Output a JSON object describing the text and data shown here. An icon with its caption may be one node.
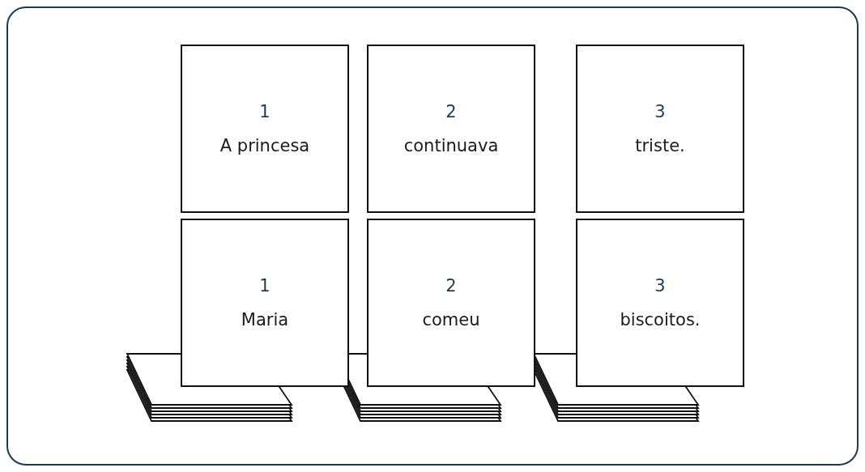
{
  "diagram": {
    "nodes": [
      {
        "text": [
          "1",
          "A princesa"
        ]
      },
      {
        "text": [
          "2",
          "continuava"
        ]
      },
      {
        "text": [
          "3",
          "triste."
        ]
      },
      {
        "text": [
          "1",
          "Maria"
        ]
      },
      {
        "text": [
          "2",
          "comeu"
        ]
      },
      {
        "text": [
          "3",
          "biscoitos."
        ]
      }
    ]
  }
}
